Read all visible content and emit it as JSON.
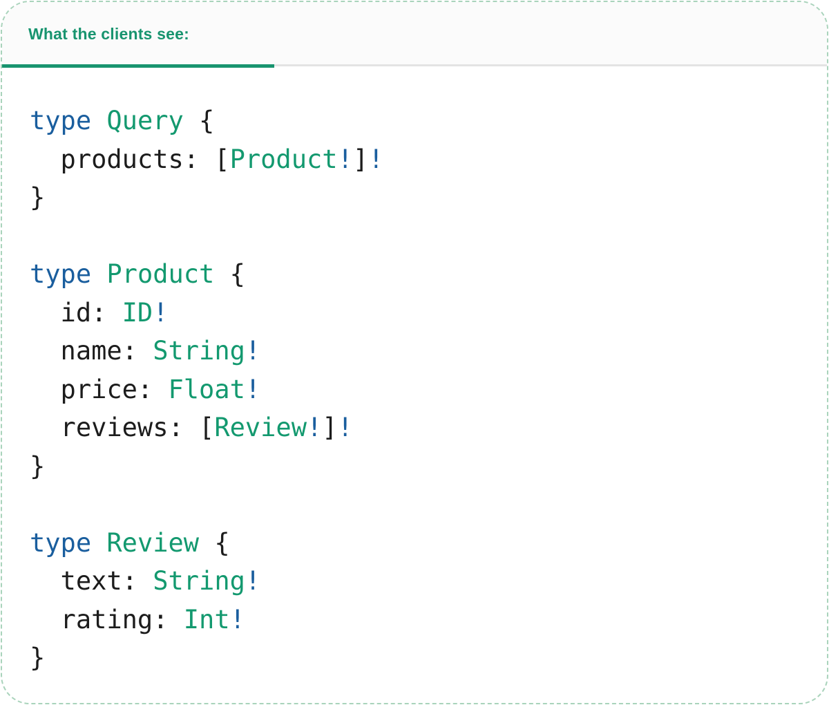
{
  "tab": {
    "label": "What the clients see:"
  },
  "colors": {
    "tab_accent": "#18946F",
    "tab_bg": "#FBFBFB",
    "divider": "#E3E3E3",
    "card_border": "#A9D3BB",
    "keyword": "#1A5E9E",
    "typename": "#13996F",
    "bang": "#1A5E9E",
    "plain": "#1C1C1C"
  },
  "code": {
    "language": "graphql",
    "lines": [
      [
        {
          "t": "kw",
          "v": "type"
        },
        {
          "t": "pl",
          "v": " "
        },
        {
          "t": "ty",
          "v": "Query"
        },
        {
          "t": "pl",
          "v": " {"
        }
      ],
      [
        {
          "t": "pl",
          "v": "  products: ["
        },
        {
          "t": "ty",
          "v": "Product"
        },
        {
          "t": "bang",
          "v": "!"
        },
        {
          "t": "pl",
          "v": "]"
        },
        {
          "t": "bang",
          "v": "!"
        }
      ],
      [
        {
          "t": "pl",
          "v": "}"
        }
      ],
      [],
      [
        {
          "t": "kw",
          "v": "type"
        },
        {
          "t": "pl",
          "v": " "
        },
        {
          "t": "ty",
          "v": "Product"
        },
        {
          "t": "pl",
          "v": " {"
        }
      ],
      [
        {
          "t": "pl",
          "v": "  id: "
        },
        {
          "t": "ty",
          "v": "ID"
        },
        {
          "t": "bang",
          "v": "!"
        }
      ],
      [
        {
          "t": "pl",
          "v": "  name: "
        },
        {
          "t": "ty",
          "v": "String"
        },
        {
          "t": "bang",
          "v": "!"
        }
      ],
      [
        {
          "t": "pl",
          "v": "  price: "
        },
        {
          "t": "ty",
          "v": "Float"
        },
        {
          "t": "bang",
          "v": "!"
        }
      ],
      [
        {
          "t": "pl",
          "v": "  reviews: ["
        },
        {
          "t": "ty",
          "v": "Review"
        },
        {
          "t": "bang",
          "v": "!"
        },
        {
          "t": "pl",
          "v": "]"
        },
        {
          "t": "bang",
          "v": "!"
        }
      ],
      [
        {
          "t": "pl",
          "v": "}"
        }
      ],
      [],
      [
        {
          "t": "kw",
          "v": "type"
        },
        {
          "t": "pl",
          "v": " "
        },
        {
          "t": "ty",
          "v": "Review"
        },
        {
          "t": "pl",
          "v": " {"
        }
      ],
      [
        {
          "t": "pl",
          "v": "  text: "
        },
        {
          "t": "ty",
          "v": "String"
        },
        {
          "t": "bang",
          "v": "!"
        }
      ],
      [
        {
          "t": "pl",
          "v": "  rating: "
        },
        {
          "t": "ty",
          "v": "Int"
        },
        {
          "t": "bang",
          "v": "!"
        }
      ],
      [
        {
          "t": "pl",
          "v": "}"
        }
      ]
    ]
  }
}
